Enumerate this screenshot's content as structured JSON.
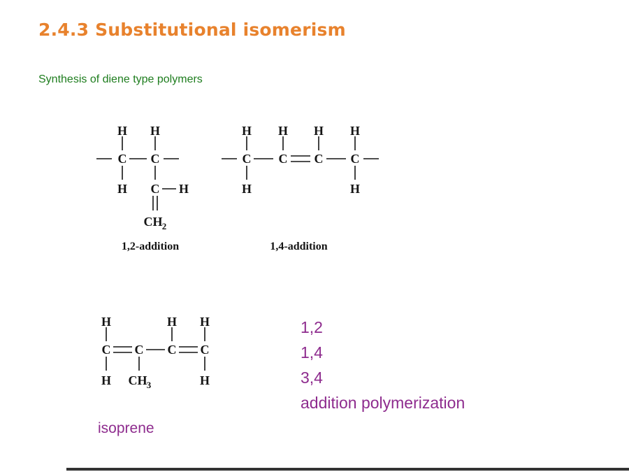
{
  "slide": {
    "title": "2.4.3 Substitutional isomerism",
    "subtitle": "Synthesis of diene type polymers",
    "captions": {
      "addition12": "1,2-addition",
      "addition14": "1,4-addition"
    },
    "notes": [
      "1,2",
      "1,4",
      "3,4",
      "addition polymerization"
    ],
    "isoprene_label": "isoprene"
  },
  "atoms": {
    "H": "H",
    "C": "C",
    "CH": "CH",
    "sub2": "2",
    "sub3": "3"
  },
  "colors": {
    "title": "#E8822D",
    "subtitle": "#1E7D1E",
    "purple": "#8E2C8E",
    "structure": "#141414",
    "bottom_line": "#333333"
  }
}
